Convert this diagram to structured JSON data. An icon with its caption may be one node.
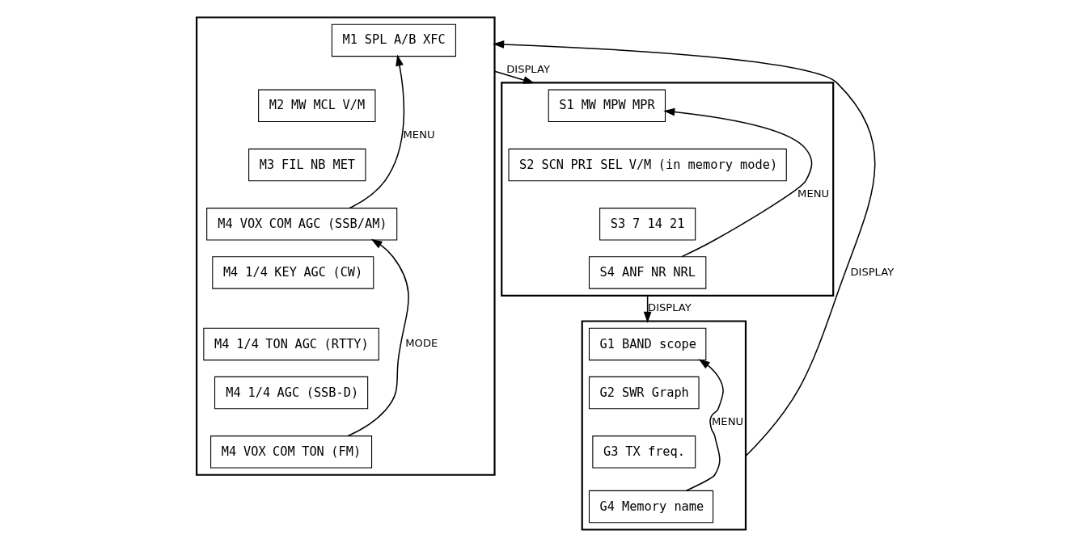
{
  "diagram": {
    "nodes": [
      {
        "text": [],
        "shape": "box"
      },
      {
        "text": [
          "M1",
          "SPL",
          "A/B",
          "XFC"
        ],
        "in": 0
      },
      {
        "text": [
          "M2",
          "MW",
          "MCL",
          "V/M"
        ],
        "in": 0
      },
      {
        "text": [
          "M3",
          "FIL",
          "NB",
          "MET"
        ],
        "in": 0
      },
      {
        "text": [
          "M4",
          "VOX",
          "COM",
          "AGC",
          "(SSB/AM)"
        ],
        "in": 0
      },
      {
        "text": [
          "M4",
          "1/4",
          "KEY",
          "AGC",
          "(CW)"
        ],
        "in": 0
      },
      {
        "text": [
          "M4",
          "1/4",
          "TON",
          "AGC",
          "(RTTY)"
        ],
        "in": 0
      },
      {
        "text": [
          "M4",
          "1/4",
          "AGC",
          "(SSB-D)"
        ],
        "in": 0
      },
      {
        "text": [
          "M4",
          "VOX",
          "COM",
          "TON",
          "(FM)"
        ],
        "in": 0
      },
      {
        "text": [],
        "shape": "box"
      },
      {
        "text": [
          "S1",
          "MW",
          "MPW",
          "MPR"
        ],
        "in": 9
      },
      {
        "text": [
          "S2",
          "SCN",
          "PRI SEL",
          "V/M",
          "(in memory mode)"
        ],
        "in": 9
      },
      {
        "text": [
          "S3",
          "7",
          "14",
          "21"
        ],
        "in": 9
      },
      {
        "text": [
          "S4",
          "ANF",
          "NR",
          "NRL"
        ],
        "in": 9
      },
      {
        "text": [],
        "shape": "box"
      },
      {
        "text": [
          "G1",
          "BAND scope"
        ],
        "in": 14
      },
      {
        "text": [
          "G2",
          "SWR Graph"
        ],
        "in": 14
      },
      {
        "text": [
          "G3",
          "TX freq."
        ],
        "in": 14
      },
      {
        "text": [
          "G4",
          "Memory name"
        ],
        "in": 14
      }
    ],
    "edges": [
      {
        "from": 0,
        "to": 9,
        "arrow": "to",
        "label": "DISPLAY"
      },
      {
        "from": 9,
        "to": 14,
        "arrow": "to",
        "label": "DISPLAY"
      },
      {
        "from": 14,
        "to": 0,
        "arrow": "to",
        "label": "DISPLAY"
      },
      {
        "from": 4,
        "to": 1,
        "arrow": "to",
        "label": "MENU"
      },
      {
        "from": 8,
        "to": 4,
        "arrow": "to",
        "label": "MODE"
      },
      {
        "from": 13,
        "to": 10,
        "arrow": "to",
        "label": "MENU"
      },
      {
        "from": 18,
        "to": 15,
        "arrow": "to",
        "label": "MENU"
      }
    ]
  }
}
